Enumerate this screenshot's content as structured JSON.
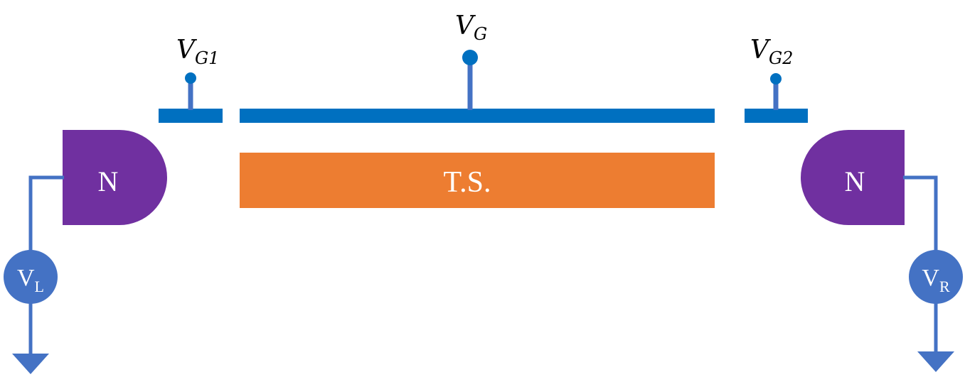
{
  "colors": {
    "gate": "#0070C0",
    "wire": "#4472C4",
    "contact": "#7030A0",
    "channel": "#ED7D31",
    "source": "#4472C4",
    "text_dark": "#000000",
    "text_light": "#FFFFFF"
  },
  "labels": {
    "gate_left": {
      "main": "V",
      "sub": "G1"
    },
    "gate_main": {
      "main": "V",
      "sub": "G"
    },
    "gate_right": {
      "main": "V",
      "sub": "G2"
    },
    "contact_left": "N",
    "contact_right": "N",
    "channel": "T.S.",
    "source_left": {
      "main": "V",
      "sub": "L"
    },
    "source_right": {
      "main": "V",
      "sub": "R"
    }
  },
  "icons": {
    "ground_left": "ground-arrow-icon",
    "ground_right": "ground-arrow-icon"
  }
}
